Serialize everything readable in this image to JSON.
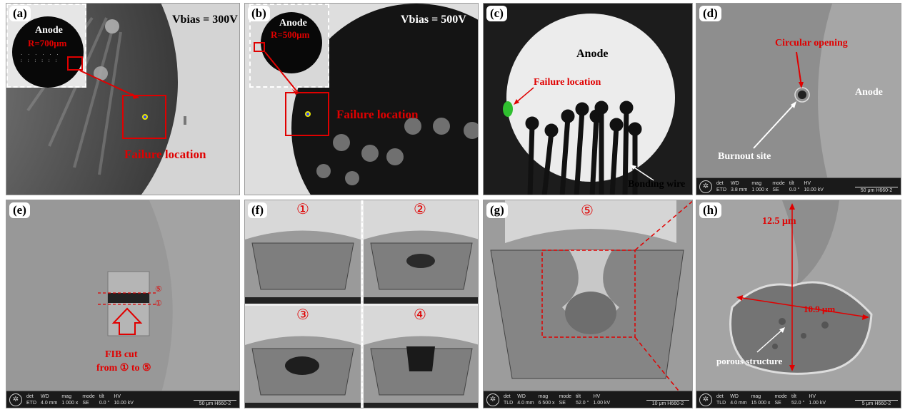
{
  "panels": {
    "a": {
      "label": "(a)",
      "vbias": "Vbias = 300V",
      "inset_anode": "Anode",
      "inset_radius": "R=700μm",
      "failure": "Failure location"
    },
    "b": {
      "label": "(b)",
      "vbias": "Vbias = 500V",
      "inset_anode": "Anode",
      "inset_radius": "R=500μm",
      "failure": "Failure location"
    },
    "c": {
      "label": "(c)",
      "anode": "Anode",
      "failure": "Failure location",
      "bonding": "Bonding wire"
    },
    "d": {
      "label": "(d)",
      "opening": "Circular opening",
      "anode": "Anode",
      "burnout": "Burnout site",
      "bar": {
        "det": "ETD",
        "wd": "3.8 mm",
        "mag": "1 000 x",
        "mode": "SE",
        "tilt": "0.0 °",
        "hv": "10.00 kV",
        "scale": "50 μm",
        "id": "H660-2"
      }
    },
    "e": {
      "label": "(e)",
      "mark5": "⑤",
      "mark1": "①",
      "fib_line1": "FIB cut",
      "fib_line2": "from ① to ⑤",
      "bar": {
        "det": "ETD",
        "wd": "4.0 mm",
        "mag": "1 000 x",
        "mode": "SE",
        "tilt": "0.0 °",
        "hv": "10.00 kV",
        "scale": "50 μm",
        "id": "H660-2"
      }
    },
    "f": {
      "label": "(f)",
      "n1": "①",
      "n2": "②",
      "n3": "③",
      "n4": "④"
    },
    "g": {
      "label": "(g)",
      "n5": "⑤",
      "bar": {
        "det": "TLD",
        "wd": "4.0 mm",
        "mag": "6 500 x",
        "mode": "SE",
        "tilt": "52.0 °",
        "hv": "1.00 kV",
        "scale": "10 μm",
        "id": "H660-2"
      }
    },
    "h": {
      "label": "(h)",
      "height": "12.5 μm",
      "width": "10.9 μm",
      "porous": "porous structure",
      "bar": {
        "det": "TLD",
        "wd": "4.0 mm",
        "mag": "15 000 x",
        "mode": "SE",
        "tilt": "52.0 °",
        "hv": "1.00 kV",
        "scale": "5 μm",
        "id": "H660-2"
      }
    }
  },
  "bar_labels": {
    "det": "det",
    "wd": "WD",
    "mag": "mag",
    "mode": "mode",
    "tilt": "tilt",
    "hv": "HV"
  },
  "colors": {
    "annotation_red": "#e00000",
    "sem_gray": "#8a8a8a",
    "background": "#ffffff"
  }
}
